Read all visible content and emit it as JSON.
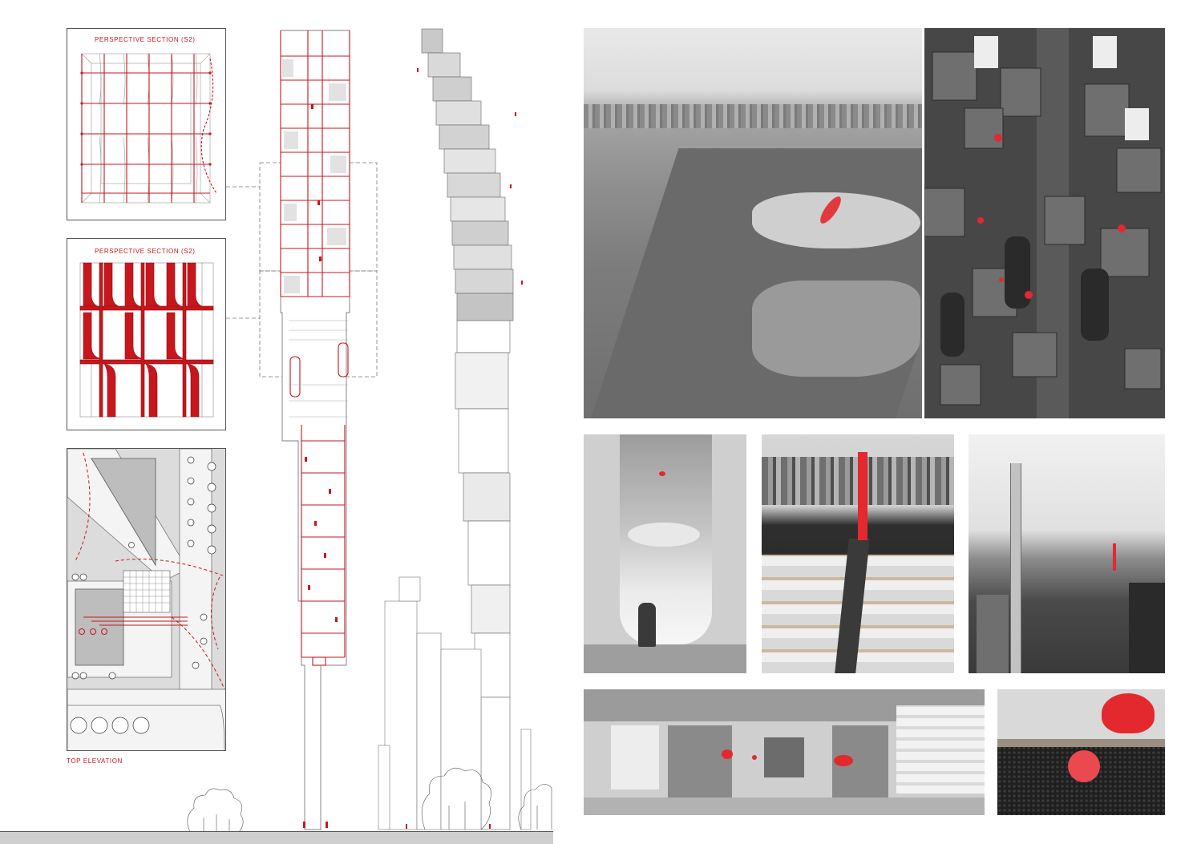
{
  "board": {
    "captions": {
      "section_top": "PERSPECTIVE SECTION (S2)",
      "section_mid": "PERSPECTIVE SECTION (S2)",
      "top_elevation": "TOP ELEVATION"
    },
    "colors": {
      "accent_red": "#c8161d",
      "line_gray": "#555555",
      "fill_light": "#e4e4e4",
      "fill_mid": "#bdbdbd",
      "ground": "#cfcfcf"
    },
    "renders": [
      "central-park-aerial-render",
      "facade-closeup-render",
      "window-view-render",
      "skyline-model-render",
      "tower-context-render",
      "interior-corridor-render",
      "nest-closeup-render"
    ]
  }
}
